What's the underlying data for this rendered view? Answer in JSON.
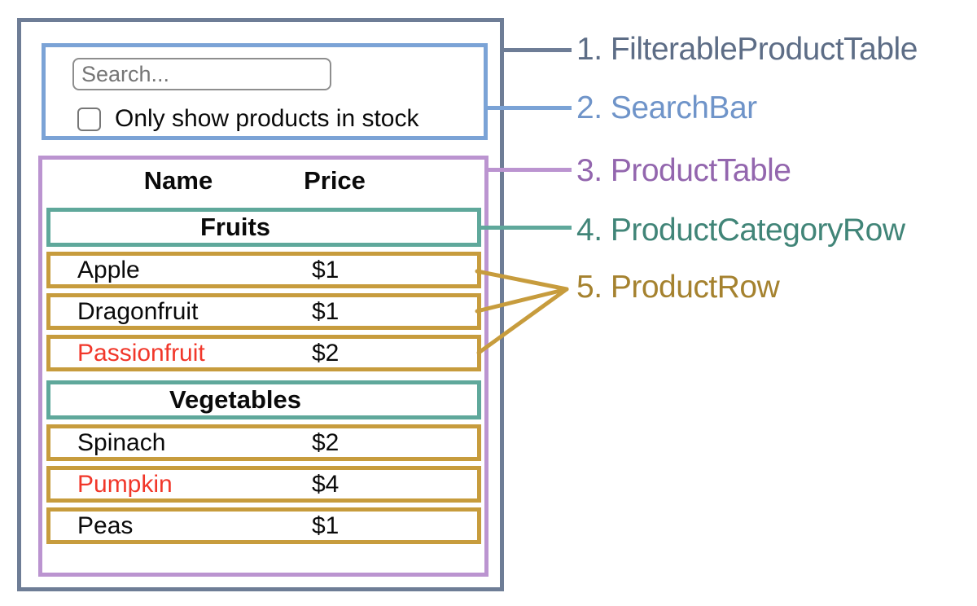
{
  "search_bar": {
    "placeholder": "Search...",
    "checkbox_label": "Only show products in stock",
    "checkbox_checked": false
  },
  "product_table": {
    "name_header": "Name",
    "price_header": "Price",
    "rows": [
      {
        "type": "category",
        "label": "Fruits"
      },
      {
        "type": "product",
        "name": "Apple",
        "price": "$1",
        "in_stock": true
      },
      {
        "type": "product",
        "name": "Dragonfruit",
        "price": "$1",
        "in_stock": true
      },
      {
        "type": "product",
        "name": "Passionfruit",
        "price": "$2",
        "in_stock": false
      },
      {
        "type": "category",
        "label": "Vegetables"
      },
      {
        "type": "product",
        "name": "Spinach",
        "price": "$2",
        "in_stock": true
      },
      {
        "type": "product",
        "name": "Pumpkin",
        "price": "$4",
        "in_stock": false
      },
      {
        "type": "product",
        "name": "Peas",
        "price": "$1",
        "in_stock": true
      }
    ]
  },
  "legend": [
    {
      "text": "1. FilterableProductTable",
      "color": "#5d6d86"
    },
    {
      "text": "2. SearchBar",
      "color": "#6f94c9"
    },
    {
      "text": "3. ProductTable",
      "color": "#9366ae"
    },
    {
      "text": "4. ProductCategoryRow",
      "color": "#418578"
    },
    {
      "text": "5. ProductRow",
      "color": "#a5822f"
    }
  ],
  "colors": {
    "filterable_product_table_border": "#6e7d96",
    "search_bar_border": "#7ba3d6",
    "product_table_border": "#bb94d0",
    "product_category_row_border": "#5fa89b",
    "product_row_border": "#c79c3d",
    "out_of_stock_text": "#f1372a"
  }
}
